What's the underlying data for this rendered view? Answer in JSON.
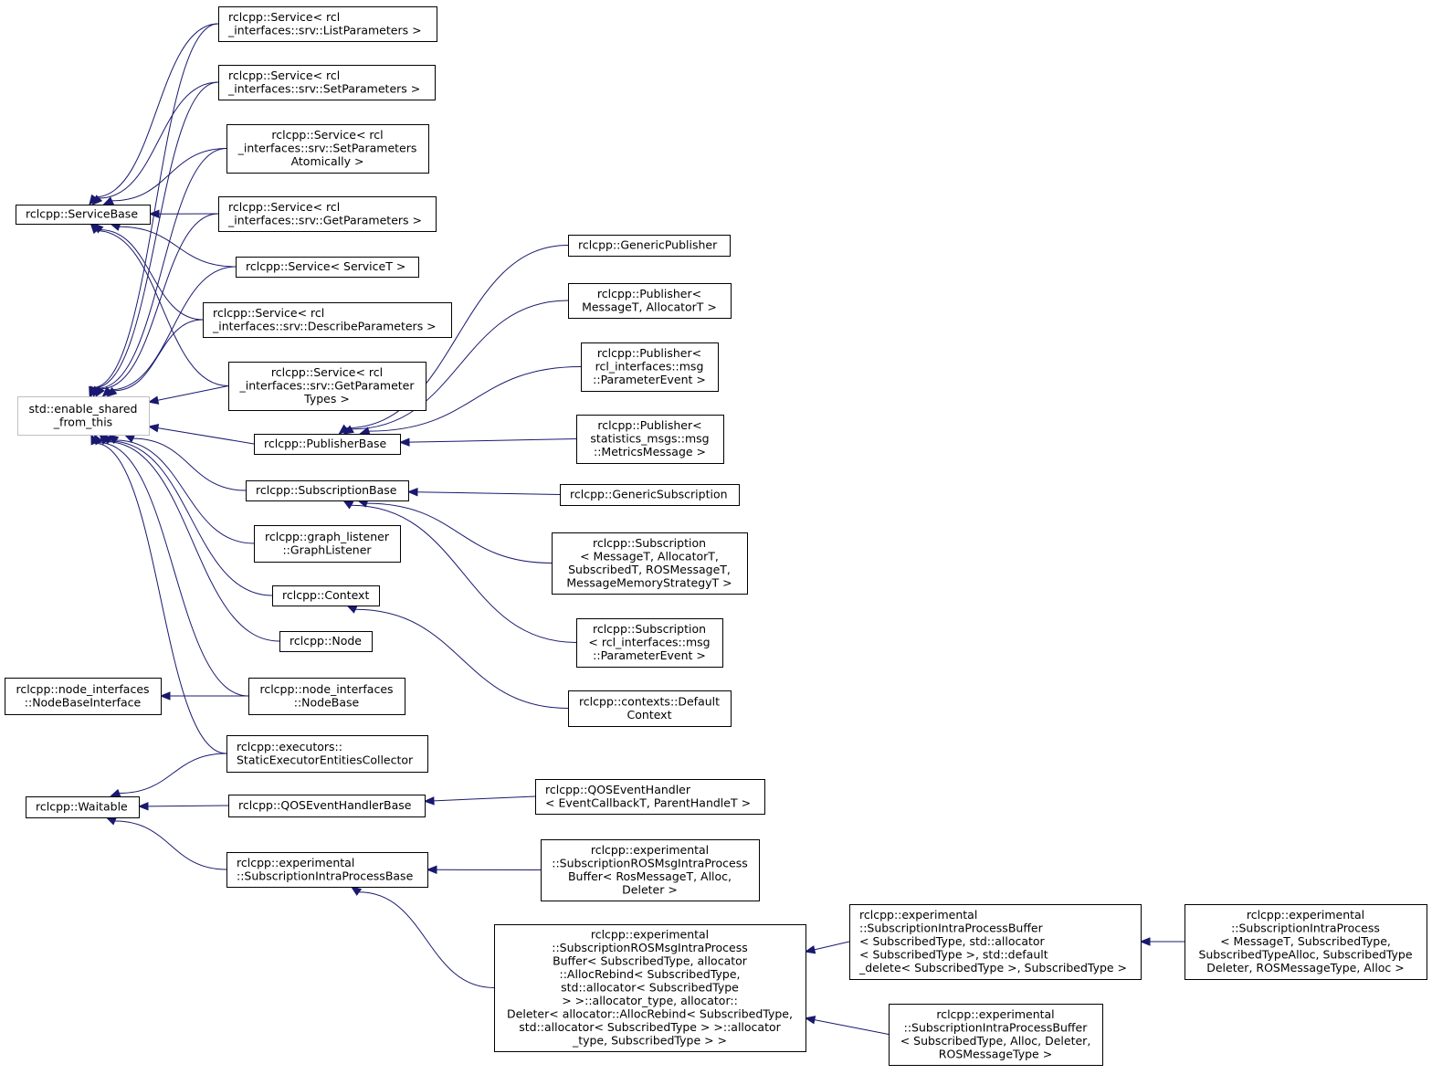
{
  "diagram": {
    "nodes": {
      "servicebase": {
        "lines": [
          "rclcpp::ServiceBase"
        ],
        "align": "start"
      },
      "enable_shared": {
        "lines": [
          "std::enable_shared",
          "_from_this"
        ],
        "align": "middle",
        "style": "grey"
      },
      "nbi": {
        "lines": [
          "rclcpp::node_interfaces",
          "::NodeBaseInterface"
        ],
        "align": "middle"
      },
      "waitable": {
        "lines": [
          "rclcpp::Waitable"
        ],
        "align": "start"
      },
      "svc_list": {
        "lines": [
          "rclcpp::Service< rcl",
          "_interfaces::srv::ListParameters >"
        ],
        "align": "start"
      },
      "svc_set": {
        "lines": [
          "rclcpp::Service< rcl",
          "_interfaces::srv::SetParameters >"
        ],
        "align": "start"
      },
      "svc_setatom": {
        "lines": [
          "rclcpp::Service< rcl",
          "_interfaces::srv::SetParameters",
          "Atomically >"
        ],
        "align": "middle"
      },
      "svc_get": {
        "lines": [
          "rclcpp::Service< rcl",
          "_interfaces::srv::GetParameters >"
        ],
        "align": "start"
      },
      "svc_t": {
        "lines": [
          "rclcpp::Service< ServiceT >"
        ],
        "align": "start"
      },
      "svc_desc": {
        "lines": [
          "rclcpp::Service< rcl",
          "_interfaces::srv::DescribeParameters >"
        ],
        "align": "start"
      },
      "svc_gettypes": {
        "lines": [
          "rclcpp::Service< rcl",
          "_interfaces::srv::GetParameter",
          "Types >"
        ],
        "align": "middle"
      },
      "pubbase": {
        "lines": [
          "rclcpp::PublisherBase"
        ],
        "align": "start"
      },
      "subbase": {
        "lines": [
          "rclcpp::SubscriptionBase"
        ],
        "align": "start"
      },
      "graphlistener": {
        "lines": [
          "rclcpp::graph_listener",
          "::GraphListener"
        ],
        "align": "middle"
      },
      "context": {
        "lines": [
          "rclcpp::Context"
        ],
        "align": "start"
      },
      "node": {
        "lines": [
          "rclcpp::Node"
        ],
        "align": "start"
      },
      "nodebase": {
        "lines": [
          "rclcpp::node_interfaces",
          "::NodeBase"
        ],
        "align": "middle"
      },
      "staticexec": {
        "lines": [
          "rclcpp::executors::",
          "StaticExecutorEntitiesCollector"
        ],
        "align": "start"
      },
      "qosbase": {
        "lines": [
          "rclcpp::QOSEventHandlerBase"
        ],
        "align": "start"
      },
      "sipbase": {
        "lines": [
          "rclcpp::experimental",
          "::SubscriptionIntraProcessBase"
        ],
        "align": "start"
      },
      "genpub": {
        "lines": [
          "rclcpp::GenericPublisher"
        ],
        "align": "start"
      },
      "pub_msg": {
        "lines": [
          "rclcpp::Publisher<",
          "MessageT, AllocatorT >"
        ],
        "align": "middle"
      },
      "pub_param": {
        "lines": [
          "rclcpp::Publisher<",
          "rcl_interfaces::msg",
          "::ParameterEvent >"
        ],
        "align": "middle"
      },
      "pub_metrics": {
        "lines": [
          "rclcpp::Publisher<",
          "statistics_msgs::msg",
          "::MetricsMessage >"
        ],
        "align": "middle"
      },
      "gensub": {
        "lines": [
          "rclcpp::GenericSubscription"
        ],
        "align": "start"
      },
      "sub_msg": {
        "lines": [
          "rclcpp::Subscription",
          "< MessageT, AllocatorT,",
          "SubscribedT, ROSMessageT,",
          "MessageMemoryStrategyT >"
        ],
        "align": "middle"
      },
      "sub_param": {
        "lines": [
          "rclcpp::Subscription",
          "< rcl_interfaces::msg",
          "::ParameterEvent >"
        ],
        "align": "middle"
      },
      "defctx": {
        "lines": [
          "rclcpp::contexts::Default",
          "Context"
        ],
        "align": "middle"
      },
      "qoshandler": {
        "lines": [
          "rclcpp::QOSEventHandler",
          "< EventCallbackT, ParentHandleT >"
        ],
        "align": "start"
      },
      "rosmsg_buf1": {
        "lines": [
          "rclcpp::experimental",
          "::SubscriptionROSMsgIntraProcess",
          "Buffer< RosMessageT, Alloc,",
          "Deleter >"
        ],
        "align": "middle"
      },
      "rosmsg_buf2": {
        "lines": [
          "rclcpp::experimental",
          "::SubscriptionROSMsgIntraProcess",
          "Buffer< SubscribedType, allocator",
          "::AllocRebind< SubscribedType,",
          "std::allocator< SubscribedType",
          "> >::allocator_type, allocator::",
          "Deleter< allocator::AllocRebind< SubscribedType,",
          "std::allocator< SubscribedType > >::allocator",
          "_type, SubscribedType > >"
        ],
        "align": "middle"
      },
      "sipbuf1": {
        "lines": [
          "rclcpp::experimental",
          "::SubscriptionIntraProcessBuffer",
          "< SubscribedType, std::allocator",
          "< SubscribedType >, std::default",
          "_delete< SubscribedType >, SubscribedType >"
        ],
        "align": "start"
      },
      "sipbuf2": {
        "lines": [
          "rclcpp::experimental",
          "::SubscriptionIntraProcessBuffer",
          "< SubscribedType, Alloc, Deleter,",
          "ROSMessageType >"
        ],
        "align": "middle"
      },
      "sip": {
        "lines": [
          "rclcpp::experimental",
          "::SubscriptionIntraProcess",
          "< MessageT, SubscribedType,",
          "SubscribedTypeAlloc, SubscribedType",
          "Deleter, ROSMessageType, Alloc >"
        ],
        "align": "middle"
      }
    },
    "edges": [
      [
        "servicebase",
        "svc_list"
      ],
      [
        "servicebase",
        "svc_set"
      ],
      [
        "servicebase",
        "svc_setatom"
      ],
      [
        "servicebase",
        "svc_get"
      ],
      [
        "servicebase",
        "svc_t"
      ],
      [
        "servicebase",
        "svc_desc"
      ],
      [
        "servicebase",
        "svc_gettypes"
      ],
      [
        "enable_shared",
        "svc_list"
      ],
      [
        "enable_shared",
        "svc_set"
      ],
      [
        "enable_shared",
        "svc_setatom"
      ],
      [
        "enable_shared",
        "svc_get"
      ],
      [
        "enable_shared",
        "svc_t"
      ],
      [
        "enable_shared",
        "svc_desc"
      ],
      [
        "enable_shared",
        "svc_gettypes"
      ],
      [
        "enable_shared",
        "pubbase"
      ],
      [
        "enable_shared",
        "subbase"
      ],
      [
        "enable_shared",
        "graphlistener"
      ],
      [
        "enable_shared",
        "context"
      ],
      [
        "enable_shared",
        "node"
      ],
      [
        "enable_shared",
        "nodebase"
      ],
      [
        "enable_shared",
        "staticexec"
      ],
      [
        "pubbase",
        "genpub"
      ],
      [
        "pubbase",
        "pub_msg"
      ],
      [
        "pubbase",
        "pub_param"
      ],
      [
        "pubbase",
        "pub_metrics"
      ],
      [
        "subbase",
        "gensub"
      ],
      [
        "subbase",
        "sub_msg"
      ],
      [
        "subbase",
        "sub_param"
      ],
      [
        "context",
        "defctx"
      ],
      [
        "nbi",
        "nodebase"
      ],
      [
        "waitable",
        "staticexec"
      ],
      [
        "waitable",
        "qosbase"
      ],
      [
        "waitable",
        "sipbase"
      ],
      [
        "qosbase",
        "qoshandler"
      ],
      [
        "sipbase",
        "rosmsg_buf1"
      ],
      [
        "sipbase",
        "rosmsg_buf2"
      ],
      [
        "rosmsg_buf2",
        "sipbuf1"
      ],
      [
        "rosmsg_buf2",
        "sipbuf2"
      ],
      [
        "sipbuf1",
        "sip"
      ]
    ]
  }
}
